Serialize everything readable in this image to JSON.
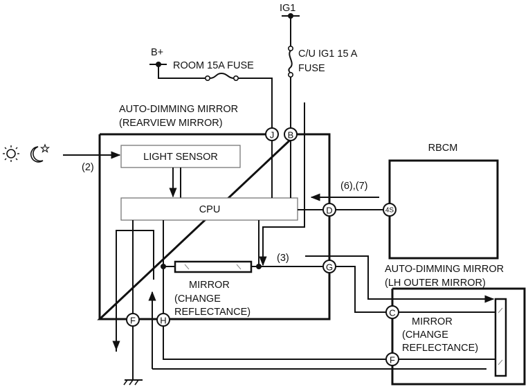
{
  "diagram": {
    "power": {
      "ig1_label": "IG1",
      "bplus_label": "B+",
      "room_fuse_label": "ROOM 15A FUSE",
      "cu_fuse_line1": "C/U IG1 15 A",
      "cu_fuse_line2": "FUSE"
    },
    "rearview_mirror": {
      "title_line1": "AUTO-DIMMING MIRROR",
      "title_line2": "(REARVIEW MIRROR)",
      "light_sensor_label": "LIGHT SENSOR",
      "cpu_label": "CPU",
      "mirror_line1": "MIRROR",
      "mirror_line2": "(CHANGE",
      "mirror_line3": "REFLECTANCE)"
    },
    "rbcm": {
      "label": "RBCM",
      "terminal": "4S"
    },
    "outer_mirror": {
      "title_line1": "AUTO-DIMMING MIRROR",
      "title_line2": "(LH OUTER MIRROR)",
      "mirror_line1": "MIRROR",
      "mirror_line2": "(CHANGE",
      "mirror_line3": "REFLECTANCE)"
    },
    "terminals": {
      "J": "J",
      "B": "B",
      "D": "D",
      "G": "G",
      "F": "F",
      "H": "H",
      "C": "C",
      "F2": "F"
    },
    "signals": {
      "light_input": "(2)",
      "rbcm_signal": "(6),(7)",
      "mirror_drive": "(3)"
    },
    "icons": {
      "sun": "sun-icon",
      "moon": "moon-star-icon",
      "ground": "ground-icon"
    }
  }
}
